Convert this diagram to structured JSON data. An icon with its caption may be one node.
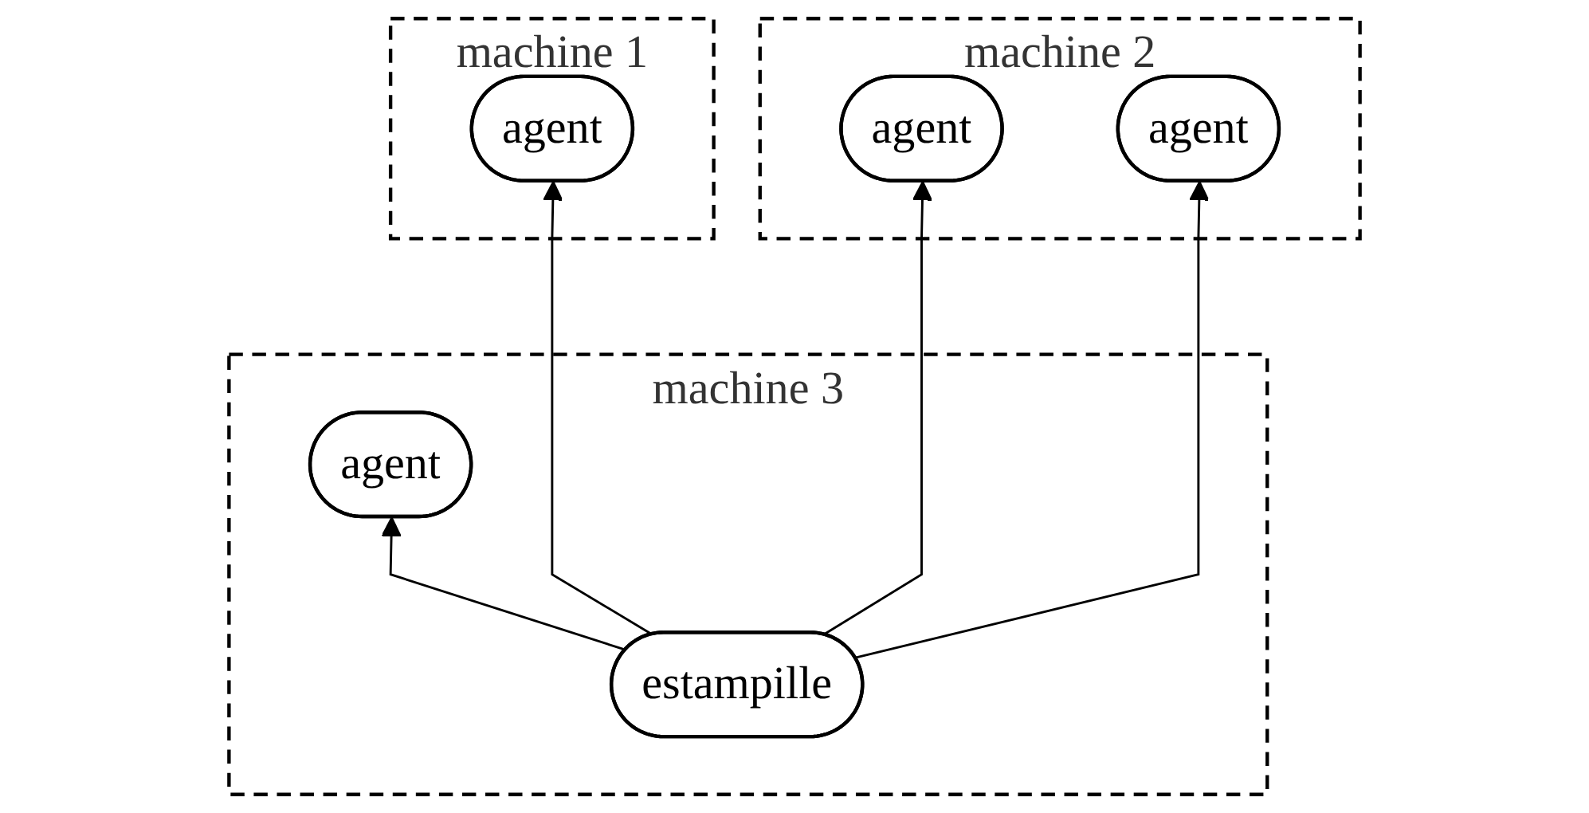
{
  "diagram": {
    "nodes": [
      {
        "text": [
          "machine 1"
        ]
      },
      {
        "text": [
          "agent"
        ],
        "in": 0
      },
      {
        "text": [
          "machine 2"
        ]
      },
      {
        "text": [
          "agent"
        ],
        "in": 2
      },
      {
        "text": [
          "agent"
        ],
        "in": 2
      },
      {
        "text": [
          "machine 3"
        ]
      },
      {
        "text": [
          "agent"
        ],
        "in": 5
      },
      {
        "text": [
          "estampille"
        ],
        "in": 5
      }
    ],
    "edges": [
      {
        "from": 7,
        "to": 1,
        "arrow": "to"
      },
      {
        "from": 7,
        "to": 3,
        "arrow": "to"
      },
      {
        "from": 7,
        "to": 4,
        "arrow": "to"
      },
      {
        "from": 7,
        "to": 6,
        "arrow": "to"
      }
    ]
  }
}
